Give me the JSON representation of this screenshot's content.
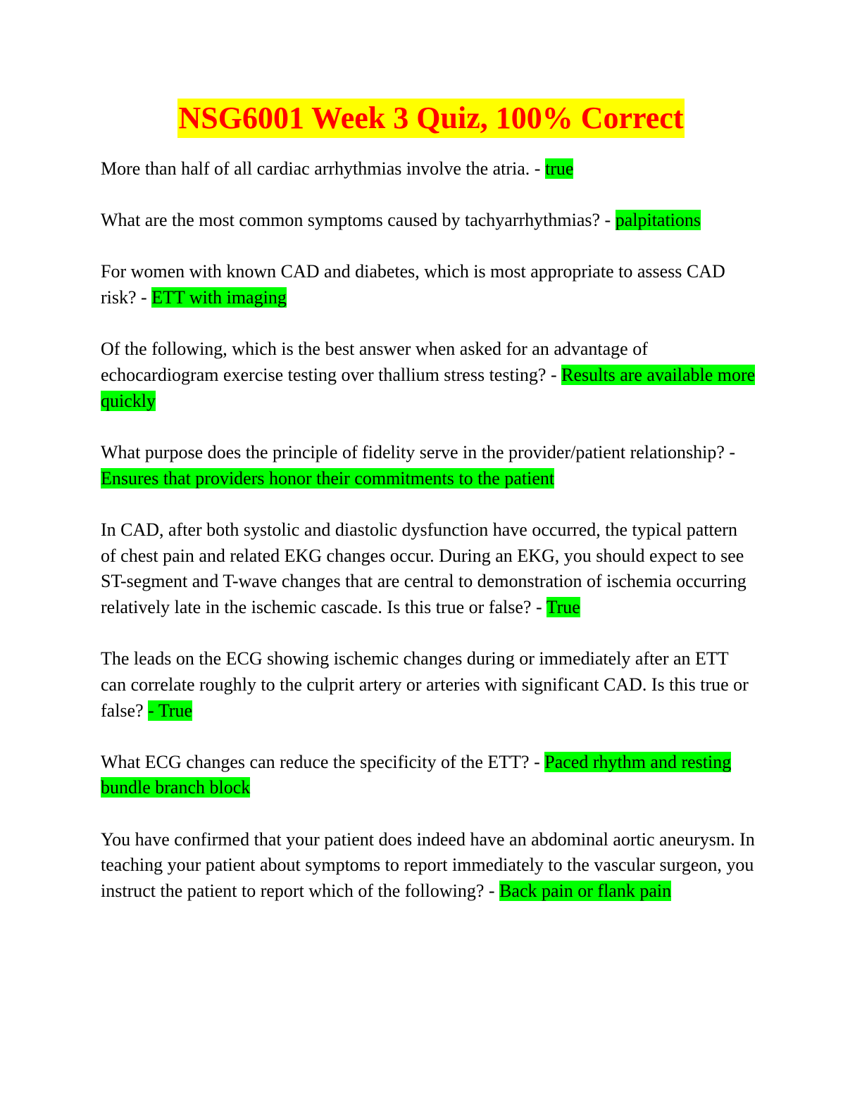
{
  "document": {
    "title": "NSG6001 Week 3 Quiz, 100% Correct",
    "colors": {
      "title_text": "#ff0000",
      "title_highlight": "#ffff00",
      "answer_highlight": "#00ff00"
    },
    "items": [
      {
        "question": "More than half of all cardiac arrhythmias involve the atria. - ",
        "answer": "true"
      },
      {
        "question": "What are the most common symptoms caused by tachyarrhythmias? - ",
        "answer": "palpitations"
      },
      {
        "question": "For women with known CAD and diabetes, which is most appropriate to assess CAD risk? - ",
        "answer": "ETT with imaging"
      },
      {
        "question": "Of the following, which is the best answer when asked for an advantage of echocardiogram exercise testing over thallium stress testing? - ",
        "answer": "Results are available more quickly"
      },
      {
        "question": "What purpose does the principle of fidelity serve in the provider/patient relationship? - ",
        "answer": "Ensures that providers honor their commitments to the patient"
      },
      {
        "question": "In CAD, after both systolic and diastolic dysfunction have occurred, the typical pattern of chest pain and related EKG changes occur. During an EKG, you should expect to see ST-segment and T-wave changes that are central to demonstration of ischemia occurring relatively late in the ischemic cascade. Is this true or false? - ",
        "answer": "True"
      },
      {
        "question": "The leads on the ECG showing ischemic changes during or immediately after an ETT can correlate roughly to the culprit artery or arteries with significant CAD. Is this true or false? ",
        "answer": "- True"
      },
      {
        "question": "What ECG changes can reduce the specificity of the ETT? - ",
        "answer": "Paced rhythm and resting bundle branch block"
      },
      {
        "question": "You have confirmed that your patient does indeed have an abdominal aortic aneurysm. In teaching your patient about symptoms to report immediately to the vascular surgeon, you instruct the patient to report which of the following? - ",
        "answer": "Back pain or flank pain"
      }
    ]
  }
}
